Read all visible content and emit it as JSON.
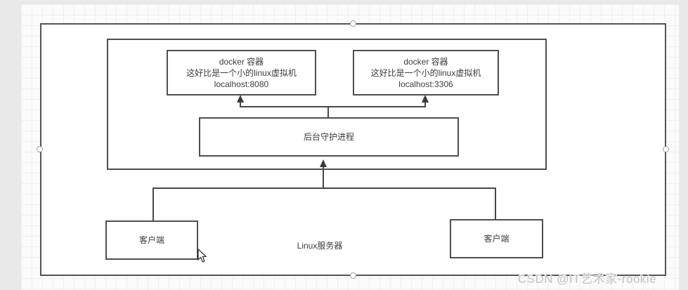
{
  "canvas": {
    "grid": "on"
  },
  "diagram": {
    "server_group": {
      "label": "Linux服务器"
    },
    "docker_host": {
      "containers": [
        {
          "line1": "docker 容器",
          "line2": "这好比是一个小的linux虚拟机",
          "line3": "localhost:8080"
        },
        {
          "line1": "docker 容器",
          "line2": "这好比是一个小的linux虚拟机",
          "line3": "localhost:3306"
        }
      ],
      "daemon_label": "后台守护进程"
    },
    "clients": [
      {
        "label": "客户端"
      },
      {
        "label": "客户端"
      }
    ]
  },
  "watermark": {
    "text": "CSDN @IT艺术家-rookie"
  },
  "colors": {
    "shape_border": "#4e4e4e",
    "shape_fill": "#ffffff",
    "text": "#3d3d3d",
    "app_bg": "#e9e9e9",
    "canvas_bg": "#fbfbfb",
    "grid_line": "#efefef",
    "handle_fill": "#ffffff",
    "handle_border": "#a59a9a",
    "watermark": "#c2c2c2"
  }
}
